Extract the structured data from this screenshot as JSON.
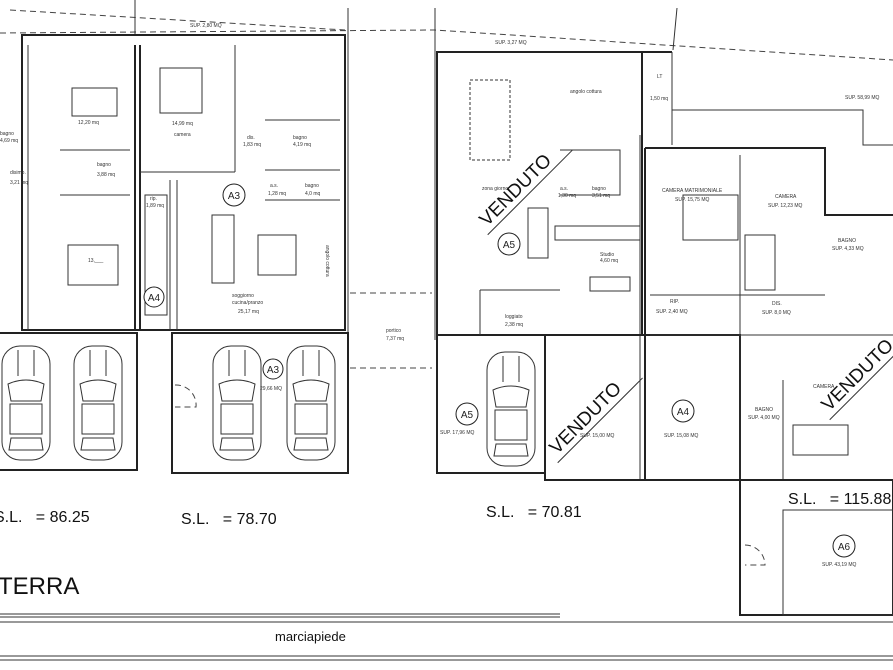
{
  "plan": {
    "title_fragment": "TERRA",
    "street_label": "marciapiede",
    "units": [
      {
        "id": "A3",
        "sl": "S.L.   = 78.70"
      },
      {
        "id": "A5",
        "sl": "S.L.   = 70.81"
      },
      {
        "id": "A6",
        "sl": "S.L.   = 115.88"
      }
    ],
    "sl_left": "S.L.   = 86.25",
    "sold_label": "VENDUTO",
    "unit_markers": [
      "A3",
      "A4",
      "A5",
      "A5",
      "A4",
      "A3",
      "A6"
    ],
    "rooms": {
      "sup_top_left": "SUP. 2,80 MQ",
      "sup_top_mid": "SUP. 3,27 MQ",
      "sup_top_right": "SUP. 58,99 MQ",
      "camera1": "12,20 mq",
      "camera2": "14,99 mq",
      "camera2_name": "camera",
      "bagno1_name": "bagno",
      "bagno1": "4,69 mq",
      "disimp": "disimp.",
      "disimp_area": "3,21 mq",
      "bagno2_name": "bagno",
      "bagno2": "3,88 mq",
      "dis_name": "dis.",
      "dis": "1,83 mq",
      "bagno3_name": "bagno",
      "bagno3": "4,19 mq",
      "as_name": "a.s.",
      "as": "1,28 mq",
      "bagno4_name": "bagno",
      "bagno4": "4,0 mq",
      "rip_name": "rip.",
      "rip": "1,89 mq",
      "soggiorno": "soggiorno",
      "cucina": "cucina/pranzo",
      "soggiorno_area": "25,17 mq",
      "angolo_cottura": "angolo cottura",
      "camera3": "13,___",
      "portico": "portico",
      "portico_area": "7,37 mq",
      "garage_a3": "29,66 MQ",
      "cottura_mid": "angolo cottura",
      "lt": "LT",
      "lt_area": "1,50 mq",
      "zona_giorno": "zona giorno",
      "as2": "a.s.",
      "as2_area": "1,30 mq",
      "bagno5_name": "bagno",
      "bagno5": "3,51 mq",
      "studio": "Studio",
      "studio_area": "4,60 mq",
      "loggiato": "loggiato",
      "loggiato_area": "2,38 mq",
      "camera_matr": "CAMERA MATRIMONIALE",
      "camera_matr_area": "SUP. 15,75 MQ",
      "camera4": "CAMERA",
      "camera4_area": "SUP. 12,23 MQ",
      "bagno6": "BAGNO",
      "bagno6_area": "SUP. 4,33 MQ",
      "rip2": "RIP.",
      "rip2_area": "SUP. 2,40 MQ",
      "dis2": "DIS.",
      "dis2_area": "SUP. 8,0 MQ",
      "bagno7": "BAGNO",
      "bagno7_area": "SUP. 4,00 MQ",
      "camera5": "CAMERA",
      "garage_a5": "SUP. 17,96 MQ",
      "garage_sold": "SUP. 15,00 MQ",
      "garage_a4": "SUP. 15,08 MQ",
      "garage_a6": "SUP. 43,19 MQ"
    }
  }
}
